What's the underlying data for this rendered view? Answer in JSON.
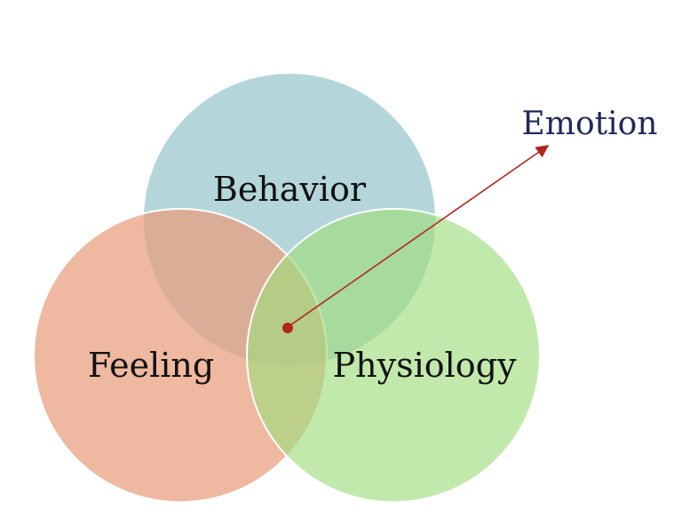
{
  "diagram": {
    "circles": [
      {
        "name": "Behavior",
        "color": "#a7cfd3"
      },
      {
        "name": "Feeling",
        "color": "#e99d7c"
      },
      {
        "name": "Physiology",
        "color": "#9fdd7e"
      }
    ],
    "pointer": {
      "label": "Emotion",
      "label_color": "#1f2a5c",
      "arrow_color": "#b3261e"
    }
  }
}
